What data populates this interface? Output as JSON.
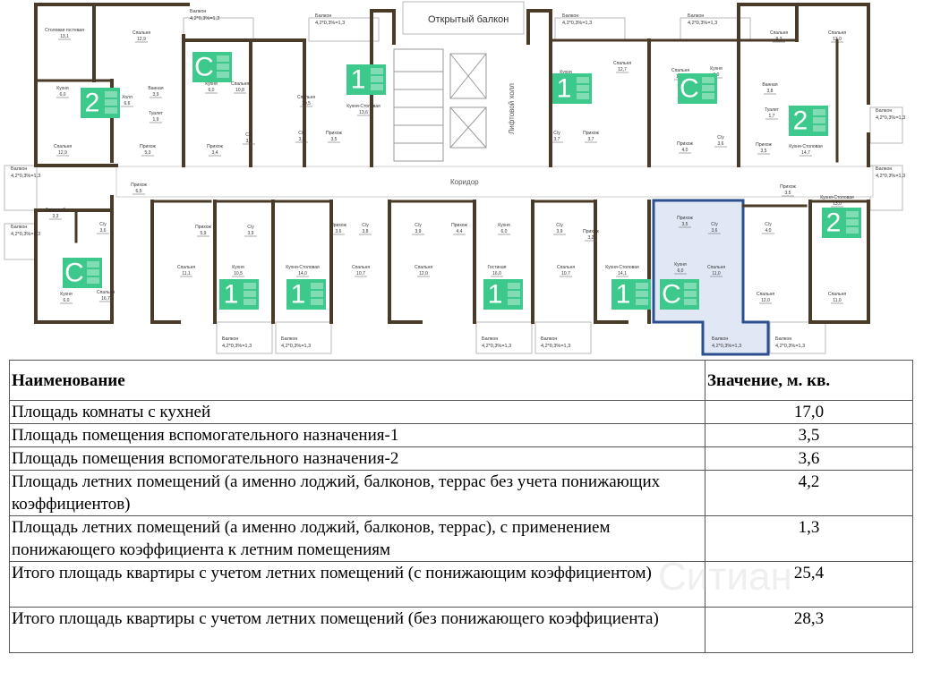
{
  "plan": {
    "corridor": "Коридор",
    "open_balcony": "Открытый балкон",
    "elevator_hall": "Лифтовой холл",
    "rooms": [
      {
        "name": "Столовая гостевая",
        "area": "13,1"
      },
      {
        "name": "Спальня",
        "area": "12,9"
      },
      {
        "name": "Кухня",
        "area": "6,0"
      },
      {
        "name": "Холл",
        "area": "6,6"
      },
      {
        "name": "Ванная",
        "area": "3,9"
      },
      {
        "name": "Туалет",
        "area": "1,9"
      },
      {
        "name": "Спальня",
        "area": "12,9"
      },
      {
        "name": "Прихож",
        "area": "5,3"
      },
      {
        "name": "Кухня",
        "area": "6,0"
      },
      {
        "name": "Спальня",
        "area": "10,8"
      },
      {
        "name": "С/у",
        "area": "3,6"
      },
      {
        "name": "Прихож",
        "area": "3,4"
      },
      {
        "name": "Спальня",
        "area": "10,5"
      },
      {
        "name": "С/у",
        "area": "3,6"
      },
      {
        "name": "Прихож",
        "area": "3,5"
      },
      {
        "name": "Кухня-Столовая",
        "area": "13,6"
      },
      {
        "name": "Кухня",
        "area": "10,2"
      },
      {
        "name": "Спальня",
        "area": "12,7"
      },
      {
        "name": "С/у",
        "area": "3,7"
      },
      {
        "name": "Прихож",
        "area": "3,7"
      },
      {
        "name": "Спальня",
        "area": "10,2"
      },
      {
        "name": "Кухня",
        "area": "6,0"
      },
      {
        "name": "Прихож",
        "area": "4,0"
      },
      {
        "name": "С/у",
        "area": "3,6"
      },
      {
        "name": "Спальня",
        "area": "9,3"
      },
      {
        "name": "Спальня",
        "area": "13,0"
      },
      {
        "name": "Ванная",
        "area": "3,8"
      },
      {
        "name": "Туалет",
        "area": "1,7"
      },
      {
        "name": "Прихож",
        "area": "3,5"
      },
      {
        "name": "Кухня-Столовая",
        "area": "14,7"
      },
      {
        "name": "Гардероб",
        "area": "3,3"
      },
      {
        "name": "Прихож",
        "area": "6,5"
      },
      {
        "name": "С/у",
        "area": "3,6"
      },
      {
        "name": "Кухня",
        "area": "6,0"
      },
      {
        "name": "Спальня",
        "area": "16,7"
      },
      {
        "name": "Прихож",
        "area": "5,9"
      },
      {
        "name": "Спальня",
        "area": "11,1"
      },
      {
        "name": "С/у",
        "area": "3,9"
      },
      {
        "name": "Кухня",
        "area": "10,5"
      },
      {
        "name": "Кухня-Столовая",
        "area": "14,0"
      },
      {
        "name": "Прихож",
        "area": "3,6"
      },
      {
        "name": "С/у",
        "area": "3,8"
      },
      {
        "name": "Спальня",
        "area": "10,7"
      },
      {
        "name": "С/у",
        "area": "3,9"
      },
      {
        "name": "Спальня",
        "area": "12,0"
      },
      {
        "name": "Прихож",
        "area": "4,4"
      },
      {
        "name": "Кухня",
        "area": "6,0"
      },
      {
        "name": "Гостиная",
        "area": "16,0"
      },
      {
        "name": "С/у",
        "area": "3,9"
      },
      {
        "name": "Спальня",
        "area": "10,7"
      },
      {
        "name": "Прихож",
        "area": "3,2"
      },
      {
        "name": "Кухня-Столовая",
        "area": "14,1"
      },
      {
        "name": "Прихож",
        "area": "3,5"
      },
      {
        "name": "С/у",
        "area": "3,6"
      },
      {
        "name": "Кухня",
        "area": "6,0"
      },
      {
        "name": "Спальня",
        "area": "11,0"
      },
      {
        "name": "С/у",
        "area": "4,0"
      },
      {
        "name": "Прихож",
        "area": "3,5"
      },
      {
        "name": "Кухня-Столовая",
        "area": "13,0"
      },
      {
        "name": "Спальня",
        "area": "12,0"
      },
      {
        "name": "Спальня",
        "area": "11,0"
      }
    ],
    "unit_badges": [
      {
        "label": "2",
        "color": "#3ec98c"
      },
      {
        "label": "C",
        "color": "#3ec98c"
      },
      {
        "label": "1",
        "color": "#3ec98c"
      },
      {
        "label": "1",
        "color": "#3ec98c"
      },
      {
        "label": "C",
        "color": "#3ec98c"
      },
      {
        "label": "2",
        "color": "#3ec98c"
      },
      {
        "label": "2",
        "color": "#3ec98c"
      },
      {
        "label": "C",
        "color": "#3ec98c"
      },
      {
        "label": "1",
        "color": "#3ec98c"
      },
      {
        "label": "1",
        "color": "#3ec98c"
      },
      {
        "label": "1",
        "color": "#3ec98c"
      },
      {
        "label": "1",
        "color": "#3ec98c"
      },
      {
        "label": "C",
        "color": "#3ec98c"
      }
    ],
    "balconies": [
      {
        "label": "Балкон",
        "dims": "4,2*0,3%=1,3"
      },
      {
        "label": "Балкон",
        "dims": "4,2*0,3%=1,3"
      },
      {
        "label": "Балкон",
        "dims": "4,2*0,3%=1,3"
      },
      {
        "label": "Балкон",
        "dims": "4,2*0,3%=1,3"
      },
      {
        "label": "Балкон",
        "dims": "4,2*0,3%=1,3"
      },
      {
        "label": "Балкон",
        "dims": "4,2*0,3%=1,3"
      },
      {
        "label": "Балкон",
        "dims": "4,2*0,3%=1,3"
      },
      {
        "label": "Балкон",
        "dims": "4,2*0,3%=1,3"
      },
      {
        "label": "Балкон",
        "dims": "4,2*0,3%=1,3"
      },
      {
        "label": "Балкон",
        "dims": "4,2*0,3%=1,3"
      },
      {
        "label": "Балкон",
        "dims": "4,2*0,3%=1,3"
      },
      {
        "label": "Балкон",
        "dims": "4,2*0,3%=1,3"
      },
      {
        "label": "Балкон",
        "dims": "4,2*0,3%=1,3"
      },
      {
        "label": "Балкон",
        "dims": "4,2*0,3%=1,3"
      }
    ],
    "highlight_color": "#2b4f8f",
    "wall_color": "#4a3a28"
  },
  "table": {
    "header": {
      "name": "Наименование",
      "value": "Значение, м. кв."
    },
    "rows": [
      {
        "name": "Площадь комнаты с кухней",
        "value": "17,0"
      },
      {
        "name": "Площадь помещения вспомогательного назначения-1",
        "value": "3,5"
      },
      {
        "name": "Площадь помещения вспомогательного назначения-2",
        "value": "3,6"
      },
      {
        "name": "Площадь летних помещений (а именно лоджий, балконов, террас без учета понижающих коэффициентов)",
        "value": "4,2"
      },
      {
        "name": "Площадь летних помещений (а именно лоджий, балконов, террас), с применением понижающего коэффициента к летним помещениям",
        "value": "1,3"
      },
      {
        "name": "Итого площадь квартиры с учетом летних помещений (с понижающим коэффициентом)",
        "value": "25,4"
      },
      {
        "name": "Итого площадь квартиры с учетом летних помещений (без понижающего коэффициента)",
        "value": "28,3"
      }
    ]
  },
  "watermark": "Ситиан"
}
